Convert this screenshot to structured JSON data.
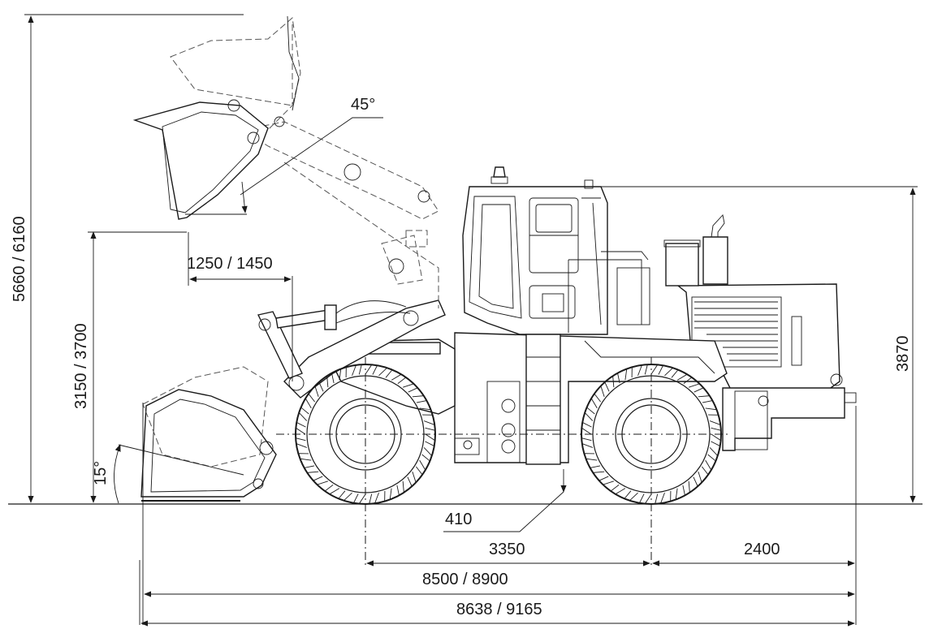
{
  "dimensions": {
    "total_height": "5660 / 6160",
    "hinge_height": "3150 / 3700",
    "cab_height": "3870",
    "reach": "1250 / 1450",
    "dump_angle": "45°",
    "rollback_angle": "15°",
    "ground_clearance": "410",
    "wheelbase": "3350",
    "rear_overhang": "2400",
    "length_no_bucket": "8500 / 8900",
    "total_length": "8638 / 9165"
  },
  "colors": {
    "line": "#1a1a1a",
    "background": "#ffffff"
  }
}
